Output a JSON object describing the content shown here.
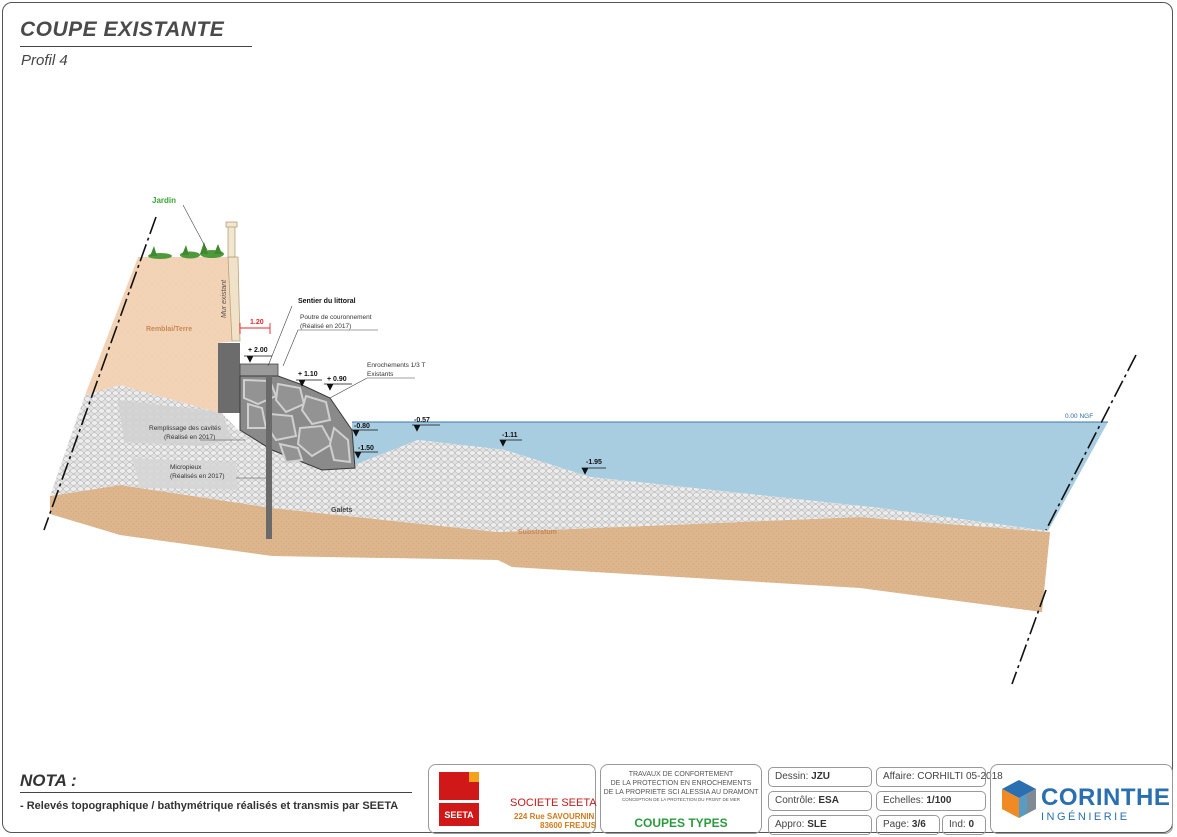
{
  "header": {
    "title": "COUPE EXISTANTE",
    "subtitle": "Profil 4"
  },
  "drawing": {
    "labels": {
      "jardin": "Jardin",
      "mur": "Mur existant",
      "remblai": "Remblai/Terre",
      "sentier": "Sentier du littoral",
      "poutre_1": "Poutre de couronnement",
      "poutre_2": "(Réalisé en 2017)",
      "enroch_1": "Enrochements 1/3 T",
      "enroch_2": "Existants",
      "remplissage_1": "Remplissage des cavités",
      "remplissage_2": "(Réalisé en 2017)",
      "micropieux_1": "Micropieux",
      "micropieux_2": "(Réalisés en 2017)",
      "galets": "Galets",
      "substratum": "Substratum",
      "ngf": "0.00 NGF"
    },
    "dimension": "1.20",
    "levels": {
      "l_200": "+ 2.00",
      "l_110": "+ 1.10",
      "l_090": "+ 0.90",
      "l_m080": "-0.80",
      "l_m150": "-1.50",
      "l_m057": "-0.57",
      "l_m111": "-1.11",
      "l_m195": "-1.95"
    }
  },
  "nota": {
    "title": "NOTA :",
    "text": "- Relevés topographique / bathymétrique réalisés et transmis par SEETA"
  },
  "title_block": {
    "seeta": {
      "logo_text": "SEETA",
      "name": "SOCIETE SEETA",
      "address_1": "224 Rue SAVOURNIN",
      "address_2": "83600 FREJUS"
    },
    "project": {
      "line_1": "TRAVAUX DE CONFORTEMENT",
      "line_2": "DE LA PROTECTION EN ENROCHEMENTS",
      "line_3": "DE LA PROPRIETE SCI ALESSIA AU DRAMONT",
      "line_4": "CONCEPTION DE LA PROTECTION DU FRONT DE MER",
      "title": "COUPES TYPES"
    },
    "fields": {
      "dessin_label": "Dessin:",
      "dessin_value": "JZU",
      "controle_label": "Contrôle:",
      "controle_value": "ESA",
      "appro_label": "Appro:",
      "appro_value": "SLE",
      "affaire_label": "Affaire:",
      "affaire_value": "CORHILTI 05-2018",
      "echelles_label": "Echelles:",
      "echelles_value": "1/100",
      "page_label": "Page:",
      "page_value": "3/6",
      "ind_label": "Ind:",
      "ind_value": "0"
    },
    "corinthe": {
      "name": "CORINTHE",
      "sub": "INGÉNIERIE"
    }
  },
  "colors": {
    "earth": "#f3d3b6",
    "gravel": "#dedede",
    "substratum": "#ddb68d",
    "water": "#a9cde0",
    "rock": "#8a8a8a",
    "wall": "#6c6c6c",
    "dimension": "#e8252a",
    "green_text": "#3aa635"
  }
}
